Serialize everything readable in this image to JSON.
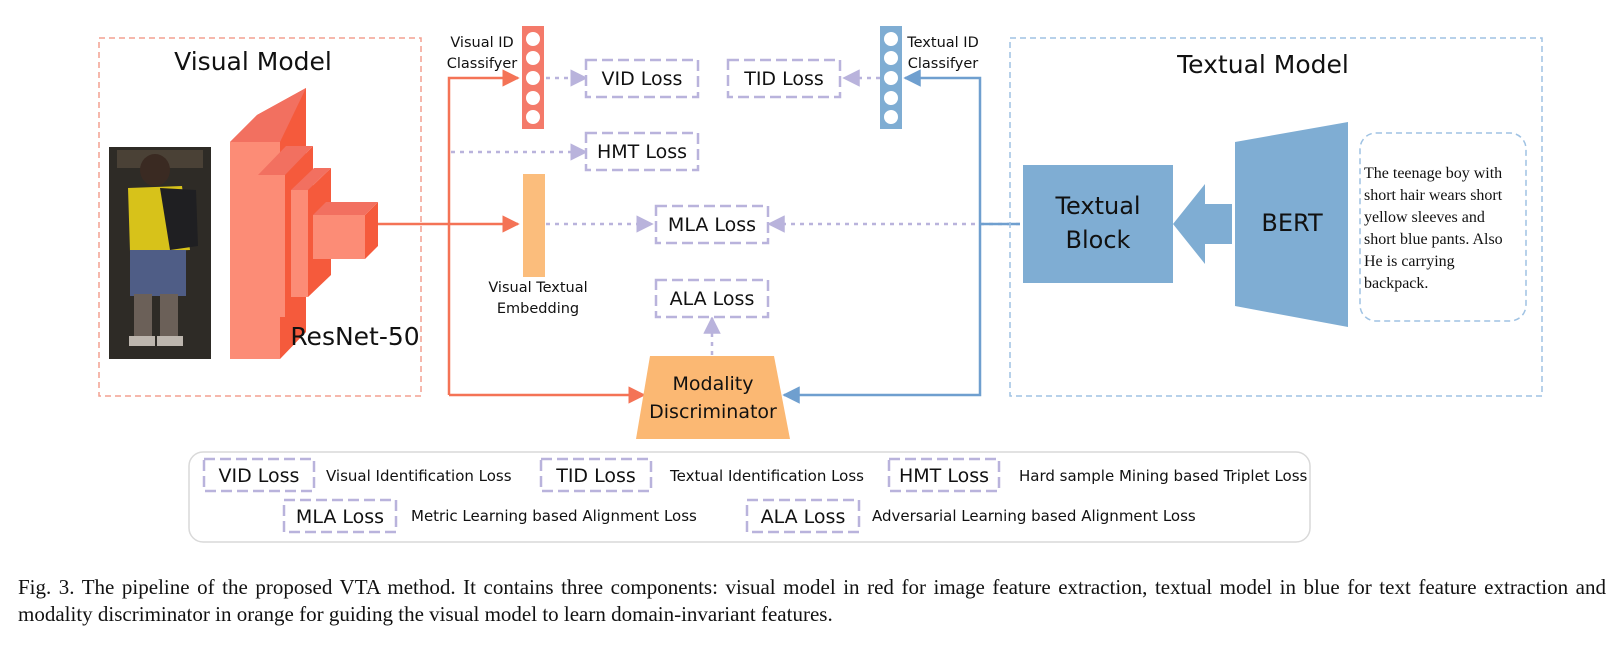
{
  "visual_model": {
    "title": "Visual Model",
    "backbone_label": "ResNet-50",
    "classifier_label": [
      "Visual ID",
      "Classifyer"
    ],
    "embedding_label": [
      "Visual Textual",
      "Embedding"
    ],
    "color": "#f55a3c"
  },
  "textual_model": {
    "title": "Textual Model",
    "classifier_label": [
      "Textual ID",
      "Classifyer"
    ],
    "block_label": [
      "Textual",
      "Block"
    ],
    "encoder_label": "BERT",
    "description_lines": [
      "The teenage boy with",
      "short hair wears short",
      "yellow sleeves and",
      "short blue pants. Also",
      "He is carrying",
      "backpack."
    ],
    "color": "#7fadd3"
  },
  "discriminator": {
    "label": [
      "Modality",
      "Discriminator"
    ],
    "color": "#fbb873"
  },
  "losses": {
    "vid": "VID Loss",
    "tid": "TID Loss",
    "hmt": "HMT Loss",
    "mla": "MLA Loss",
    "ala": "ALA Loss"
  },
  "legend": [
    {
      "label": "VID Loss",
      "desc": "Visual Identification Loss"
    },
    {
      "label": "TID Loss",
      "desc": "Textual Identification Loss"
    },
    {
      "label": "HMT Loss",
      "desc": "Hard sample Mining based Triplet Loss"
    },
    {
      "label": "MLA Loss",
      "desc": "Metric Learning based Alignment Loss"
    },
    {
      "label": "ALA Loss",
      "desc": "Adversarial Learning based Alignment Loss"
    }
  ],
  "caption": "Fig. 3.  The pipeline of the proposed VTA method. It contains three components: visual model in red for image feature extraction, textual model in blue for text feature extraction and modality discriminator in orange for guiding the visual model to learn domain-invariant features.",
  "colors": {
    "loss_border": "#b9b3dc",
    "dotted_arrow": "#b9b3dc"
  }
}
